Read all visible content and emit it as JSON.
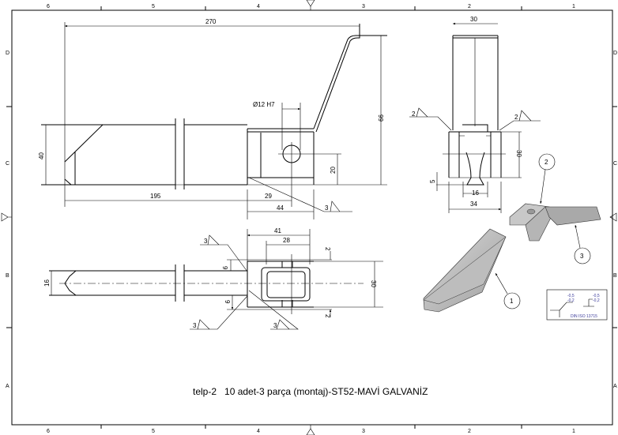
{
  "zones": {
    "columns": [
      "6",
      "5",
      "4",
      "3",
      "2",
      "1"
    ],
    "rows": [
      "D",
      "C",
      "B",
      "A"
    ]
  },
  "side_view": {
    "dims": {
      "length_total": "270",
      "height": "99",
      "bar_height": "40",
      "bar_length": "195",
      "hole_pos": "29",
      "bracket_len": "44",
      "hole_height": "20",
      "hole": "Ø12 H7"
    },
    "weld": "3"
  },
  "front_view": {
    "dims": {
      "width_top": "30",
      "height": "30",
      "depth": "5",
      "inner": "16",
      "outer": "34"
    },
    "weld_left": "2",
    "weld_right": "2"
  },
  "top_view": {
    "dims": {
      "bar_width": "16",
      "bracket_len": "41",
      "window_len": "28",
      "offset_top": "9",
      "offset_bottom": "9",
      "gap_top": "2",
      "gap_bottom": "2",
      "width": "30"
    },
    "welds": [
      "3",
      "3",
      "3"
    ]
  },
  "balloons": [
    "1",
    "2",
    "3"
  ],
  "tolerance_box": {
    "upper": "-0,5",
    "lower": "-0,2",
    "standard": "DIN ISO 13715"
  },
  "title": "telp-2   10 adet-3 parça (montaj)-ST52-MAVİ GALVANİZ"
}
